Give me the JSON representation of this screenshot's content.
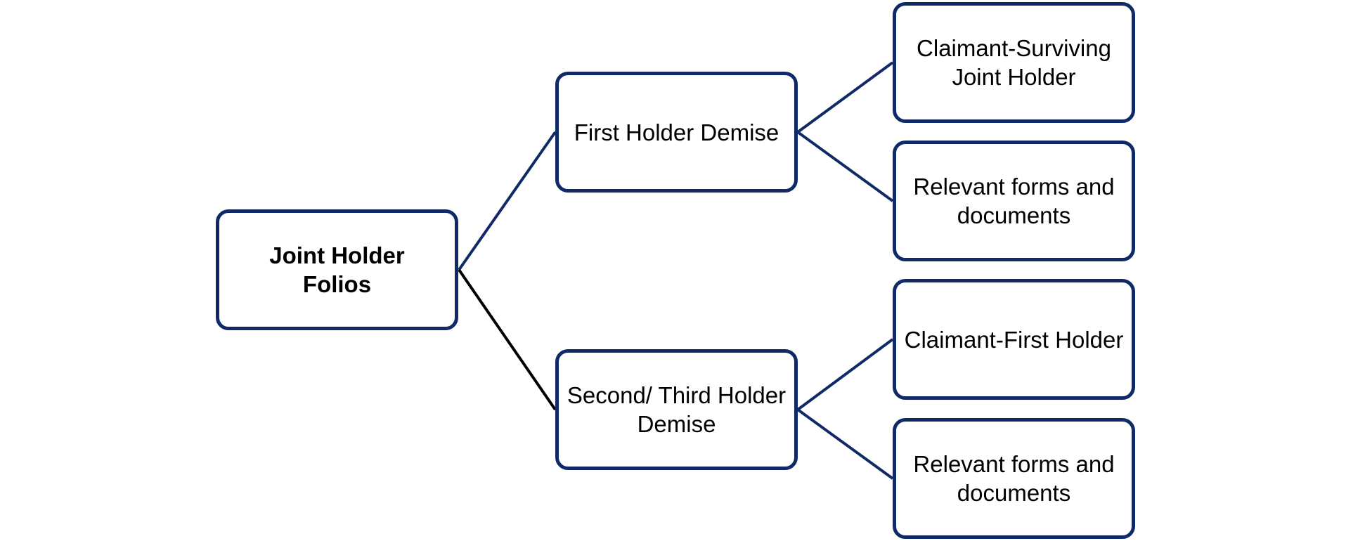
{
  "colors": {
    "box_border": "#102a67",
    "connector_blue": "#102a67",
    "connector_black": "#000000",
    "text": "#000000",
    "background": "#ffffff"
  },
  "nodes": {
    "root": "Joint Holder\nFolios",
    "first_holder_demise": "First Holder Demise",
    "second_third_holder_demise": "Second/ Third Holder\nDemise",
    "claimant_surviving": "Claimant-Surviving\nJoint Holder",
    "relevant_forms_1": "Relevant forms and\ndocuments",
    "claimant_first_holder": "Claimant-First Holder",
    "relevant_forms_2": "Relevant forms and\ndocuments"
  }
}
